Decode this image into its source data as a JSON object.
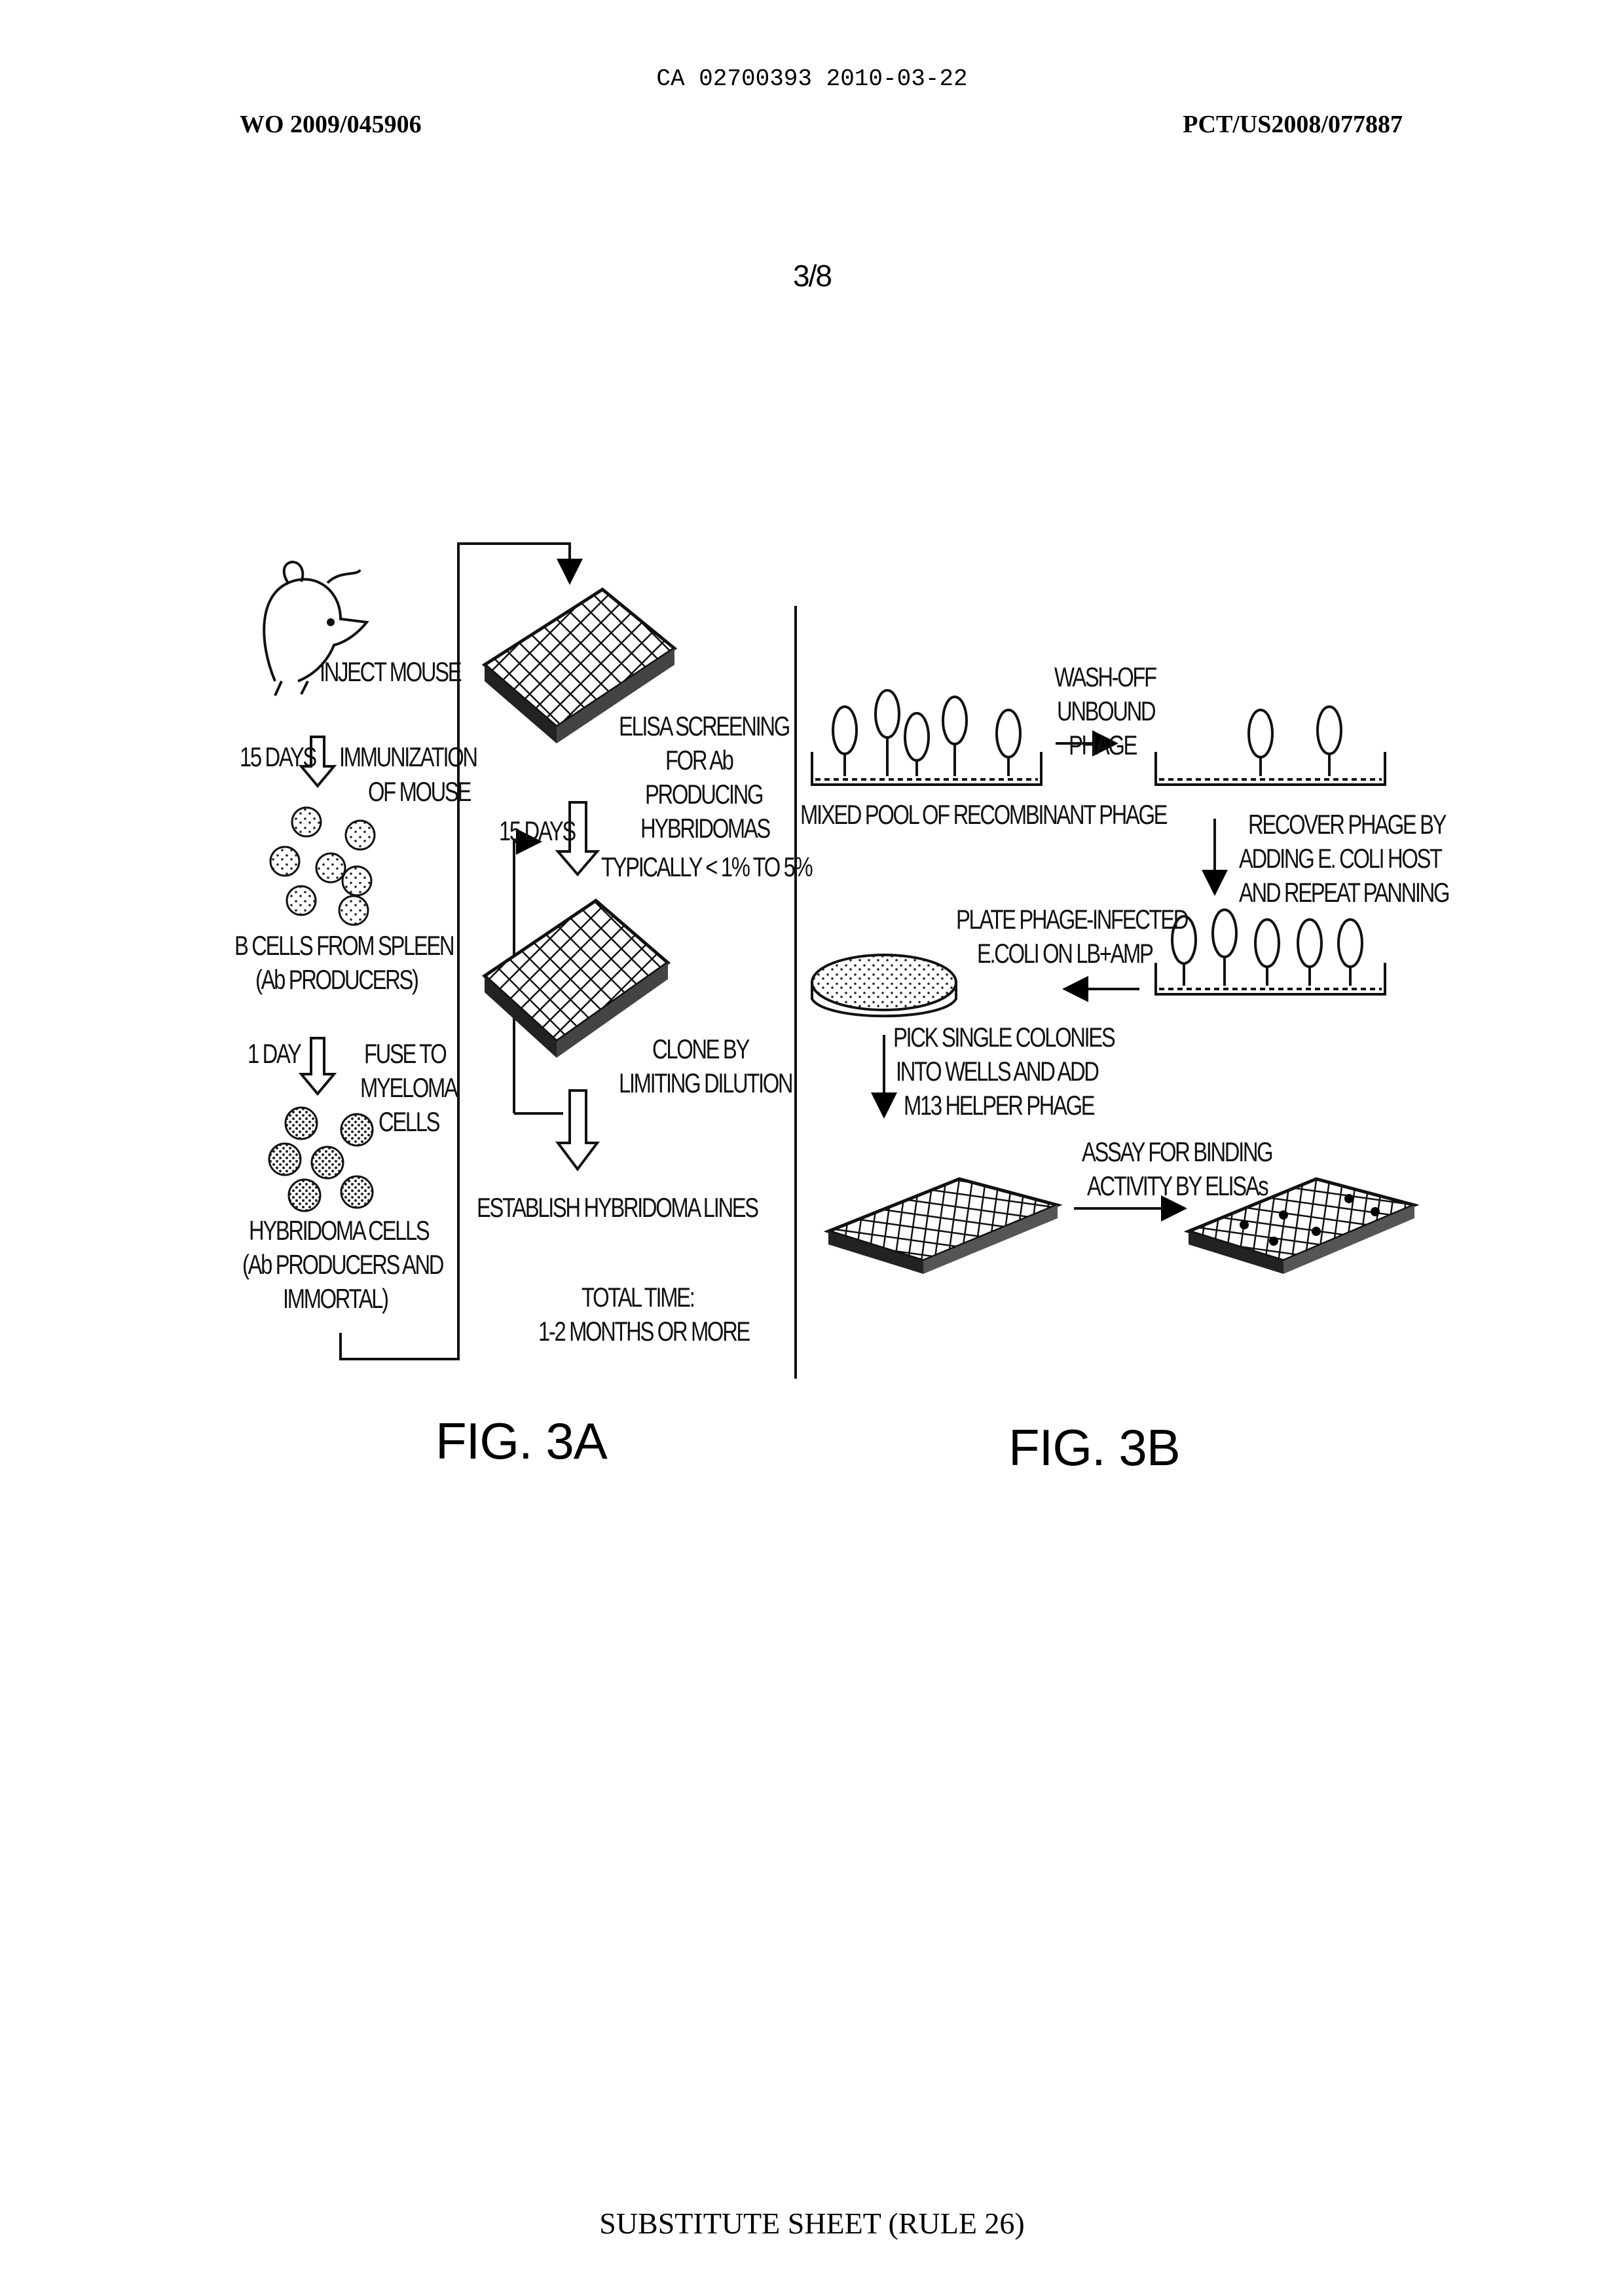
{
  "header": {
    "ca_number": "CA 02700393 2010-03-22",
    "wo_number": "WO 2009/045906",
    "pct_number": "PCT/US2008/077887",
    "sheet_number": "3/8"
  },
  "fig3a": {
    "inject_mouse": "INJECT MOUSE",
    "fifteen_days_1": "15 DAYS",
    "immunization_1": "IMMUNIZATION",
    "immunization_2": "OF MOUSE",
    "b_cells_1": "B CELLS FROM SPLEEN",
    "b_cells_2": "(Ab PRODUCERS)",
    "one_day": "1 DAY",
    "fuse_1": "FUSE TO",
    "fuse_2": "MYELOMA",
    "fuse_3": "CELLS",
    "hybridoma_1": "HYBRIDOMA CELLS",
    "hybridoma_2": "(Ab PRODUCERS AND",
    "hybridoma_3": "IMMORTAL)",
    "elisa_1": "ELISA SCREENING",
    "elisa_2": "FOR Ab",
    "elisa_3": "PRODUCING",
    "elisa_4": "HYBRIDOMAS",
    "fifteen_days_2": "15 DAYS",
    "typically": "TYPICALLY < 1% TO 5%",
    "clone_1": "CLONE BY",
    "clone_2": "LIMITING DILUTION",
    "establish": "ESTABLISH HYBRIDOMA LINES",
    "total_1": "TOTAL TIME:",
    "total_2": "1-2 MONTHS OR MORE",
    "caption": "FIG. 3A"
  },
  "fig3b": {
    "wash_1": "WASH-OFF",
    "wash_2": "UNBOUND",
    "wash_3": "PHAGE",
    "mixed_pool": "MIXED POOL OF RECOMBINANT PHAGE",
    "recover_1": "RECOVER PHAGE BY",
    "recover_2": "ADDING E. COLI HOST",
    "recover_3": "AND REPEAT PANNING",
    "plate_1": "PLATE PHAGE-INFECTED",
    "plate_2": "E.COLI ON LB+AMP",
    "pick_1": "PICK SINGLE COLONIES",
    "pick_2": "INTO WELLS AND ADD",
    "pick_3": "M13 HELPER PHAGE",
    "assay_1": "ASSAY FOR BINDING",
    "assay_2": "ACTIVITY BY ELISAs",
    "caption": "FIG. 3B"
  },
  "footer": {
    "substitute_sheet": "SUBSTITUTE SHEET (RULE 26)"
  }
}
